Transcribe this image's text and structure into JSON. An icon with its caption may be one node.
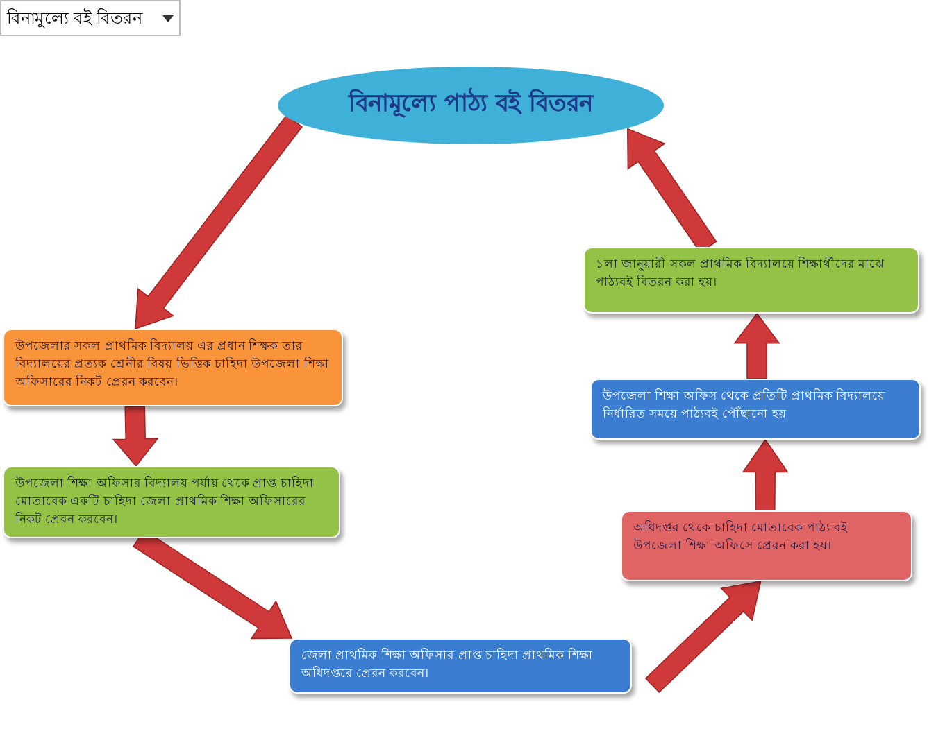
{
  "diagram": {
    "nodes": [
      {
        "text": [
          "বিনামূল্যে পাঠ্য বই বিতরন"
        ]
      },
      {
        "text": [
          "উপজেলার সকল প্রাথমিক বিদ্যালয় এর প্রধান শিক্ষক তার বিদ্যালয়ের প্রত্যক শ্রেনীর বিষয় ভিত্তিক চাহিদা উপজেলা শিক্ষা অফিসারের নিকট প্রেরন করবেন।"
        ]
      },
      {
        "text": [
          "উপজেলা শিক্ষা অফিসার বিদ্যালয় পর্যায় থেকে প্রাপ্ত চাহিদা মোতাবেক একটি চাহিদা জেলা প্রাথমিক শিক্ষা অফিসারের নিকট প্রেরন করবেন।"
        ]
      },
      {
        "text": [
          "জেলা প্রাথমিক শিক্ষা অফিসার প্রাপ্ত চাহিদা প্রাথমিক শিক্ষা অধিদপ্তরে প্রেরন করবেন।"
        ]
      },
      {
        "text": [
          "অধিদপ্তর থেকে চাহিদা মোতাবেক পাঠ্য বই উপজেলা শিক্ষা অফিসে প্রেরন করা হয়।"
        ]
      },
      {
        "text": [
          "উপজেলা শিক্ষা অফিস থেকে প্রতিটি প্রাথমিক বিদ্যালয়ে নির্ধারিত সময়ে পাঠ্যবই পৌঁছানো হয়"
        ]
      },
      {
        "text": [
          "১লা জানুয়ারী সকল প্রাথমিক বিদ্যালয়ে শিক্ষার্থীদের মাঝে পাঠ্যবই বিতরন করা হয়।"
        ]
      }
    ],
    "edges": [
      {
        "from": 0,
        "to": 1,
        "arrow": "to"
      },
      {
        "from": 1,
        "to": 2,
        "arrow": "to"
      },
      {
        "from": 2,
        "to": 3,
        "arrow": "to"
      },
      {
        "from": 3,
        "to": 4,
        "arrow": "to"
      },
      {
        "from": 4,
        "to": 5,
        "arrow": "to"
      },
      {
        "from": 5,
        "to": 6,
        "arrow": "to"
      },
      {
        "from": 6,
        "to": 0,
        "arrow": "to"
      }
    ],
    "labels": [
      "বিনামুল্যে বই বিতরন"
    ]
  }
}
